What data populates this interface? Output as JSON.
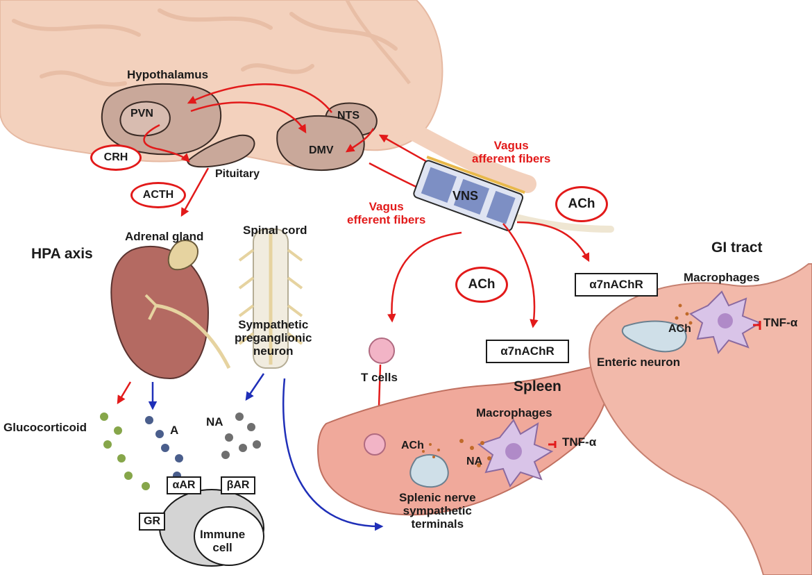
{
  "colors": {
    "brain": "#f3d1bd",
    "nucleus": "#c9a89a",
    "red_arrow": "#e21a1a",
    "blue_arrow": "#1f2fb8",
    "kidney": "#b46a62",
    "adrenal": "#e6d3a0",
    "spleen": "#f0a99b",
    "gi": "#f2b9aa",
    "glucocorticoid": "#86a64a",
    "adrenaline": "#4a5e8c",
    "noradrenaline": "#6f6f6f",
    "vns_cuff": "#7d8fc4"
  },
  "labels": {
    "hypothalamus": "Hypothalamus",
    "pvn": "PVN",
    "nts": "NTS",
    "dmv": "DMV",
    "pituitary": "Pituitary",
    "crh": "CRH",
    "acth": "ACTH",
    "adrenal_gland": "Adrenal gland",
    "hpa_axis": "HPA axis",
    "spinal_cord": "Spinal cord",
    "sympathetic_neuron": "Sympathetic\npreganglionic\nneuron",
    "glucocorticoid": "Glucocorticoid",
    "a": "A",
    "na_left": "NA",
    "alpha_ar": "αAR",
    "beta_ar": "βAR",
    "gr": "GR",
    "immune_cell": "Immune\ncell",
    "vns": "VNS",
    "vagus_afferent": "Vagus\nafferent fibers",
    "vagus_efferent": "Vagus\nefferent fibers",
    "ach_right": "ACh",
    "ach_middle": "ACh",
    "a7_gi": "α7nAChR",
    "a7_spleen": "α7nAChR",
    "t_cells": "T cells",
    "spleen": "Spleen",
    "macrophages_spleen": "Macrophages",
    "tnf_spleen": "TNF-α",
    "ach_spleen": "ACh",
    "na_spleen": "NA",
    "splenic_nerve": "Splenic nerve\nsympathetic\nterminals",
    "gi_tract": "GI tract",
    "macrophages_gi": "Macrophages",
    "ach_gi": "ACh",
    "tnf_gi": "TNF-α",
    "enteric_neuron": "Enteric neuron"
  }
}
